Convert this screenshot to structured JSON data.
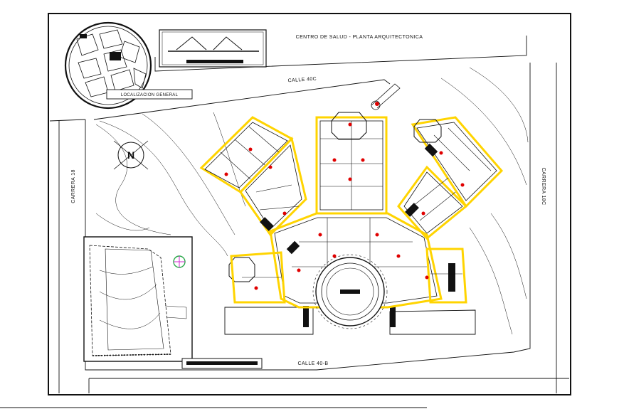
{
  "title": "CENTRO DE SALUD - PLANTA ARQUITECTONICA",
  "location_label": "LOCALIZACION GENERAL",
  "streets": {
    "north": "CALLE 40C",
    "south": "CALLE 40-B",
    "west": "CARRERA 18",
    "east": "CARRERA 18C"
  },
  "north_arrow_letter": "N",
  "colors": {
    "linework": "#111111",
    "walls": "#ffd400",
    "annotations": "#e00000",
    "accent_green": "#2aa84a",
    "accent_magenta": "#d22ad2"
  },
  "icons": [
    "north-arrow-icon",
    "compass-rose-icon"
  ]
}
